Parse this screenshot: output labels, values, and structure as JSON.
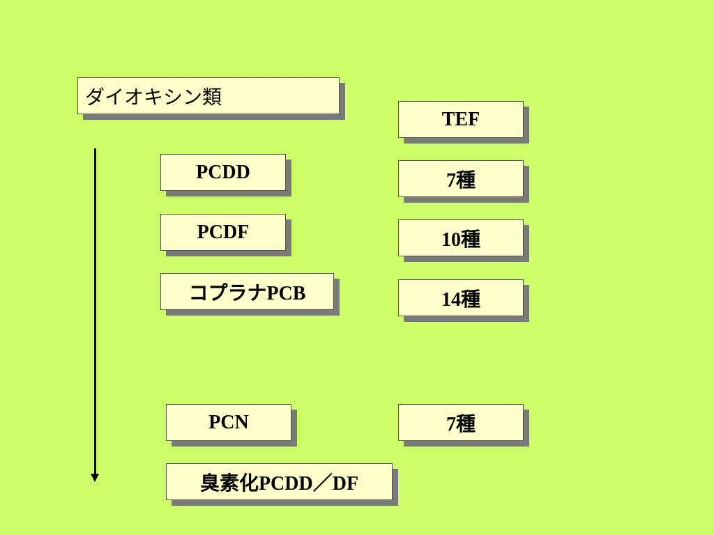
{
  "title": "ダイオキシン類",
  "tef_header": "TEF",
  "rows": [
    {
      "name": "PCDD",
      "tef": "7種"
    },
    {
      "name": "PCDF",
      "tef": "10種"
    },
    {
      "name": "コプラナPCB",
      "tef": "14種"
    }
  ],
  "extra_rows": [
    {
      "name": "PCN",
      "tef": "7種"
    },
    {
      "name": "臭素化PCDD／DF"
    }
  ],
  "colors": {
    "background": "#ccff66",
    "box_fill": "#ffffcc",
    "shadow": "#7a7a7a"
  }
}
